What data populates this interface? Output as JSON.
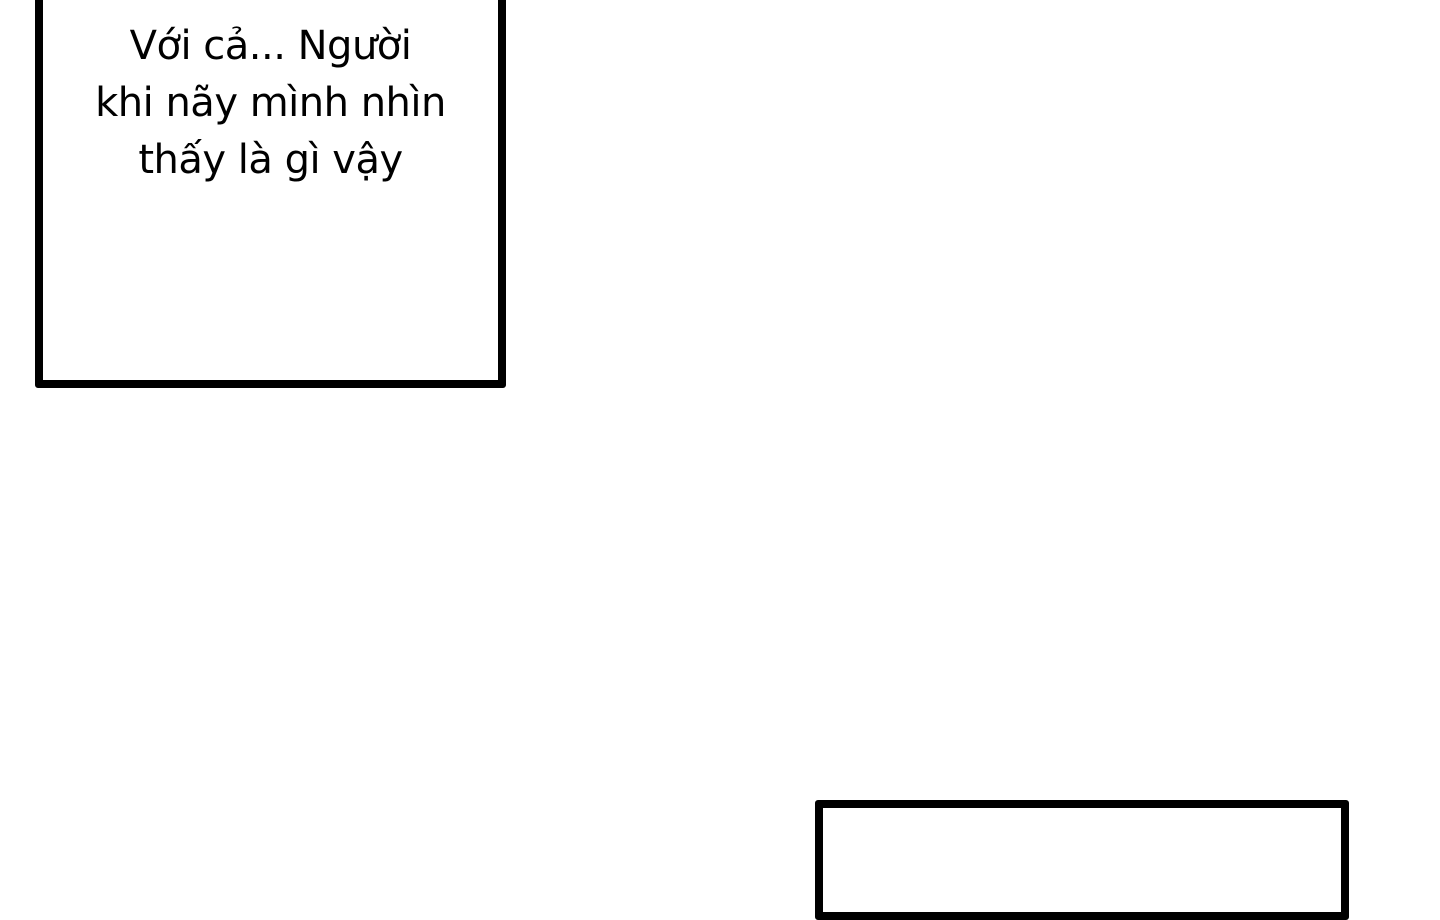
{
  "panels": [
    {
      "caption_lines": [
        "Với cả... Người",
        "khi nãy mình nhìn",
        "thấy là gì vậy"
      ]
    },
    {}
  ]
}
